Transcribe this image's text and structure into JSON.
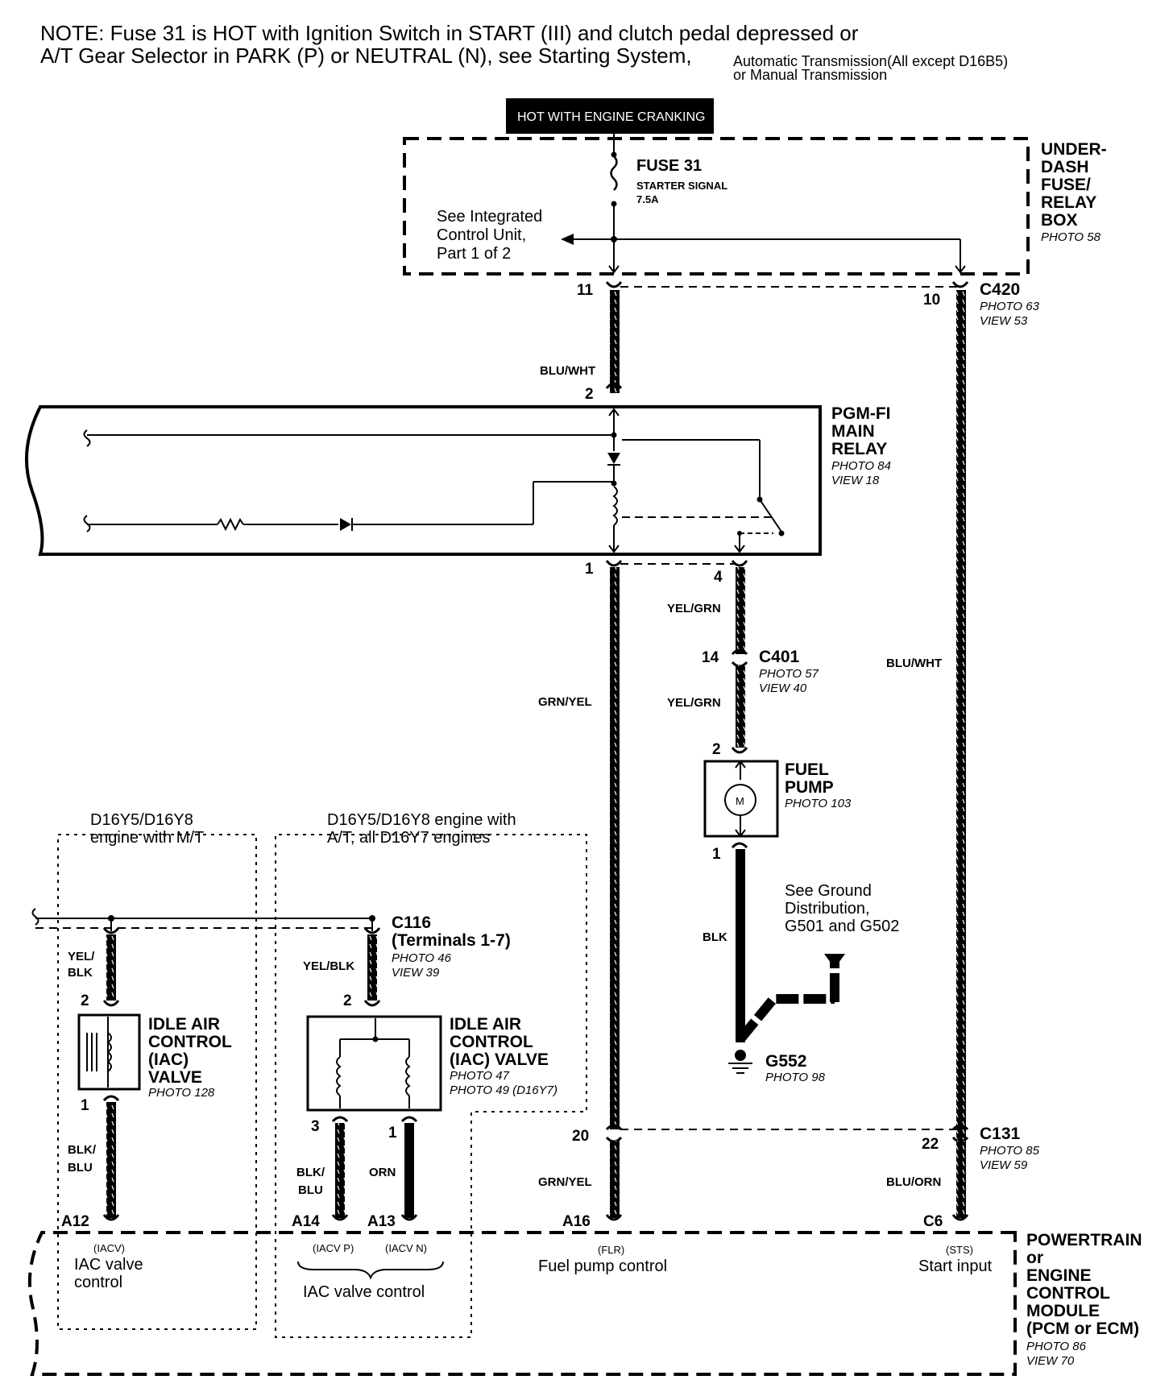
{
  "note": {
    "line1": "NOTE: Fuse 31 is HOT with Ignition Switch in START (III) and clutch pedal depressed or",
    "line2": "A/T Gear Selector in PARK (P) or NEUTRAL (N), see Starting System,",
    "line2_suffix_a": "Automatic Transmission(All except D16B5)",
    "line2_suffix_b": "or Manual Transmission"
  },
  "banner": "HOT WITH ENGINE CRANKING",
  "fusebox": {
    "fuse_name": "FUSE 31",
    "fuse_desc": "STARTER SIGNAL",
    "fuse_rating": "7.5A",
    "see_line1": "See Integrated",
    "see_line2": "Control Unit,",
    "see_line3": "Part 1 of 2",
    "box_l1": "UNDER-",
    "box_l2": "DASH",
    "box_l3": "FUSE/",
    "box_l4": "RELAY",
    "box_l5": "BOX",
    "box_photo": "PHOTO 58"
  },
  "c420": {
    "name": "C420",
    "photo": "PHOTO 63",
    "view": "VIEW 53",
    "pin_a": "11",
    "pin_b": "10"
  },
  "wires": {
    "blu_wht_a": "BLU/WHT",
    "blu_wht_b": "BLU/WHT",
    "grn_yel_a": "GRN/YEL",
    "grn_yel_b": "GRN/YEL",
    "yel_grn_a": "YEL/GRN",
    "yel_grn_b": "YEL/GRN",
    "blk": "BLK",
    "blu_orn": "BLU/ORN",
    "yel_blk_l1": "YEL/",
    "yel_blk_l2": "BLK",
    "yel_blk_b": "YEL/BLK",
    "blk_blu_l1": "BLK/",
    "blk_blu_l2": "BLU",
    "blk_blu_b1": "BLK/",
    "blk_blu_b2": "BLU",
    "orn": "ORN"
  },
  "relay": {
    "l1": "PGM-FI",
    "l2": "MAIN",
    "l3": "RELAY",
    "photo": "PHOTO 84",
    "view": "VIEW 18",
    "pin_top": "2",
    "pin_1": "1",
    "pin_4": "4"
  },
  "c401": {
    "name": "C401",
    "photo": "PHOTO 57",
    "view": "VIEW 40",
    "pin": "14"
  },
  "fuel_pump": {
    "l1": "FUEL",
    "l2": "PUMP",
    "photo": "PHOTO 103",
    "motor": "M",
    "pin_top": "2",
    "pin_bot": "1"
  },
  "ground_note": {
    "l1": "See Ground",
    "l2": "Distribution,",
    "l3": "G501 and G502"
  },
  "g552": {
    "name": "G552",
    "photo": "PHOTO 98"
  },
  "variant_mt": {
    "l1": "D16Y5/D16Y8",
    "l2": "engine with M/T"
  },
  "variant_at": {
    "l1": "D16Y5/D16Y8 engine with",
    "l2": "A/T, all D16Y7 engines"
  },
  "c116": {
    "name": "C116",
    "terms": "(Terminals 1-7)",
    "photo": "PHOTO 46",
    "view": "VIEW 39"
  },
  "iac_mt": {
    "l1": "IDLE AIR",
    "l2": "CONTROL",
    "l3": "(IAC)",
    "l4": "VALVE",
    "photo": "PHOTO 128",
    "pin_top": "2",
    "pin_bot": "1"
  },
  "iac_at": {
    "l1": "IDLE AIR",
    "l2": "CONTROL",
    "l3": "(IAC) VALVE",
    "photo1": "PHOTO 47",
    "photo2": "PHOTO 49 (D16Y7)",
    "pin_top": "2",
    "pin_3": "3",
    "pin_1": "1"
  },
  "c131": {
    "name": "C131",
    "photo": "PHOTO 85",
    "view": "VIEW 59",
    "pin_a": "20",
    "pin_b": "22"
  },
  "pcm": {
    "pin_a12": "A12",
    "pin_a14": "A14",
    "pin_a13": "A13",
    "pin_a16": "A16",
    "pin_c6": "C6",
    "iacv": "(IACV)",
    "iac_ctrl_l1": "IAC valve",
    "iac_ctrl_l2": "control",
    "iacv_p": "(IACV P)",
    "iacv_n": "(IACV N)",
    "iac_ctrl2": "IAC valve control",
    "flr": "(FLR)",
    "flr_desc": "Fuel pump control",
    "sts": "(STS)",
    "sts_desc": "Start input",
    "l1": "POWERTRAIN",
    "l2": "or",
    "l3": "ENGINE",
    "l4": "CONTROL",
    "l5": "MODULE",
    "l6": "(PCM or ECM)",
    "photo": "PHOTO 86",
    "view": "VIEW 70"
  }
}
